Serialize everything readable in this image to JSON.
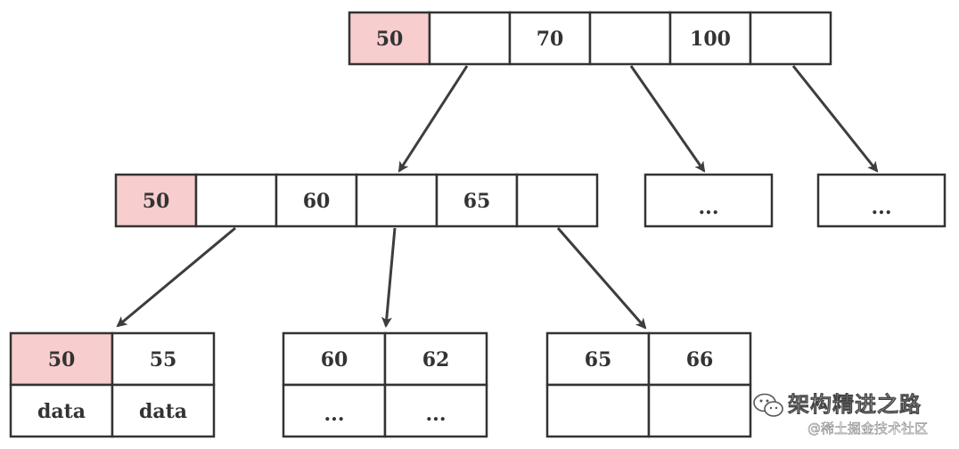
{
  "colors": {
    "highlight": "#f7cdcd",
    "border": "#333333",
    "arrow": "#3d3d3d",
    "background": "#ffffff"
  },
  "root_node": {
    "keys": [
      "50",
      "",
      "70",
      "",
      "100",
      ""
    ]
  },
  "level2": {
    "node_left": {
      "keys": [
        "50",
        "",
        "60",
        "",
        "65",
        ""
      ]
    },
    "node_mid": {
      "label": "..."
    },
    "node_right": {
      "label": "..."
    }
  },
  "leaves": [
    {
      "keys": [
        "50",
        "55"
      ],
      "data": [
        "data",
        "data"
      ]
    },
    {
      "keys": [
        "60",
        "62"
      ],
      "data": [
        "...",
        "..."
      ]
    },
    {
      "keys": [
        "65",
        "66"
      ],
      "data": [
        "",
        ""
      ]
    }
  ],
  "watermark": {
    "icon": "wechat-icon",
    "title": "架构精进之路",
    "subtitle": "@稀土掘金技术社区"
  }
}
